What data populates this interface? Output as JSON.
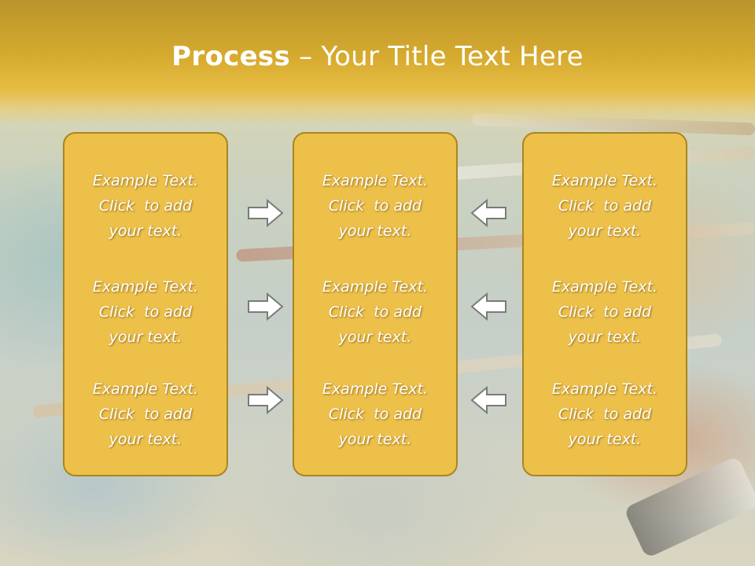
{
  "slide": {
    "title_bold": "Process",
    "title_rest": " – Your Title Text Here",
    "columns": [
      {
        "items": [
          {
            "line1": "Example Text.",
            "line2": "Click  to add",
            "line3": "your text."
          },
          {
            "line1": "Example Text.",
            "line2": "Click  to add",
            "line3": "your text."
          },
          {
            "line1": "Example Text.",
            "line2": "Click  to add",
            "line3": "your text."
          }
        ]
      },
      {
        "items": [
          {
            "line1": "Example Text.",
            "line2": "Click  to add",
            "line3": "your text."
          },
          {
            "line1": "Example Text.",
            "line2": "Click  to add",
            "line3": "your text."
          },
          {
            "line1": "Example Text.",
            "line2": "Click  to add",
            "line3": "your text."
          }
        ]
      },
      {
        "items": [
          {
            "line1": "Example Text.",
            "line2": "Click  to add",
            "line3": "your text."
          },
          {
            "line1": "Example Text.",
            "line2": "Click  to add",
            "line3": "your text."
          },
          {
            "line1": "Example Text.",
            "line2": "Click  to add",
            "line3": "your text."
          }
        ]
      }
    ],
    "arrows_left": [
      "right-arrow-icon",
      "right-arrow-icon",
      "right-arrow-icon"
    ],
    "arrows_right": [
      "left-arrow-icon",
      "left-arrow-icon",
      "left-arrow-icon"
    ]
  },
  "colors": {
    "header": "#d6aa2e",
    "panel_fill": "#edc04a",
    "panel_border": "#a8861f",
    "text": "#ffffff",
    "arrow_fill": "#ffffff",
    "arrow_stroke": "#7a7a7a"
  }
}
